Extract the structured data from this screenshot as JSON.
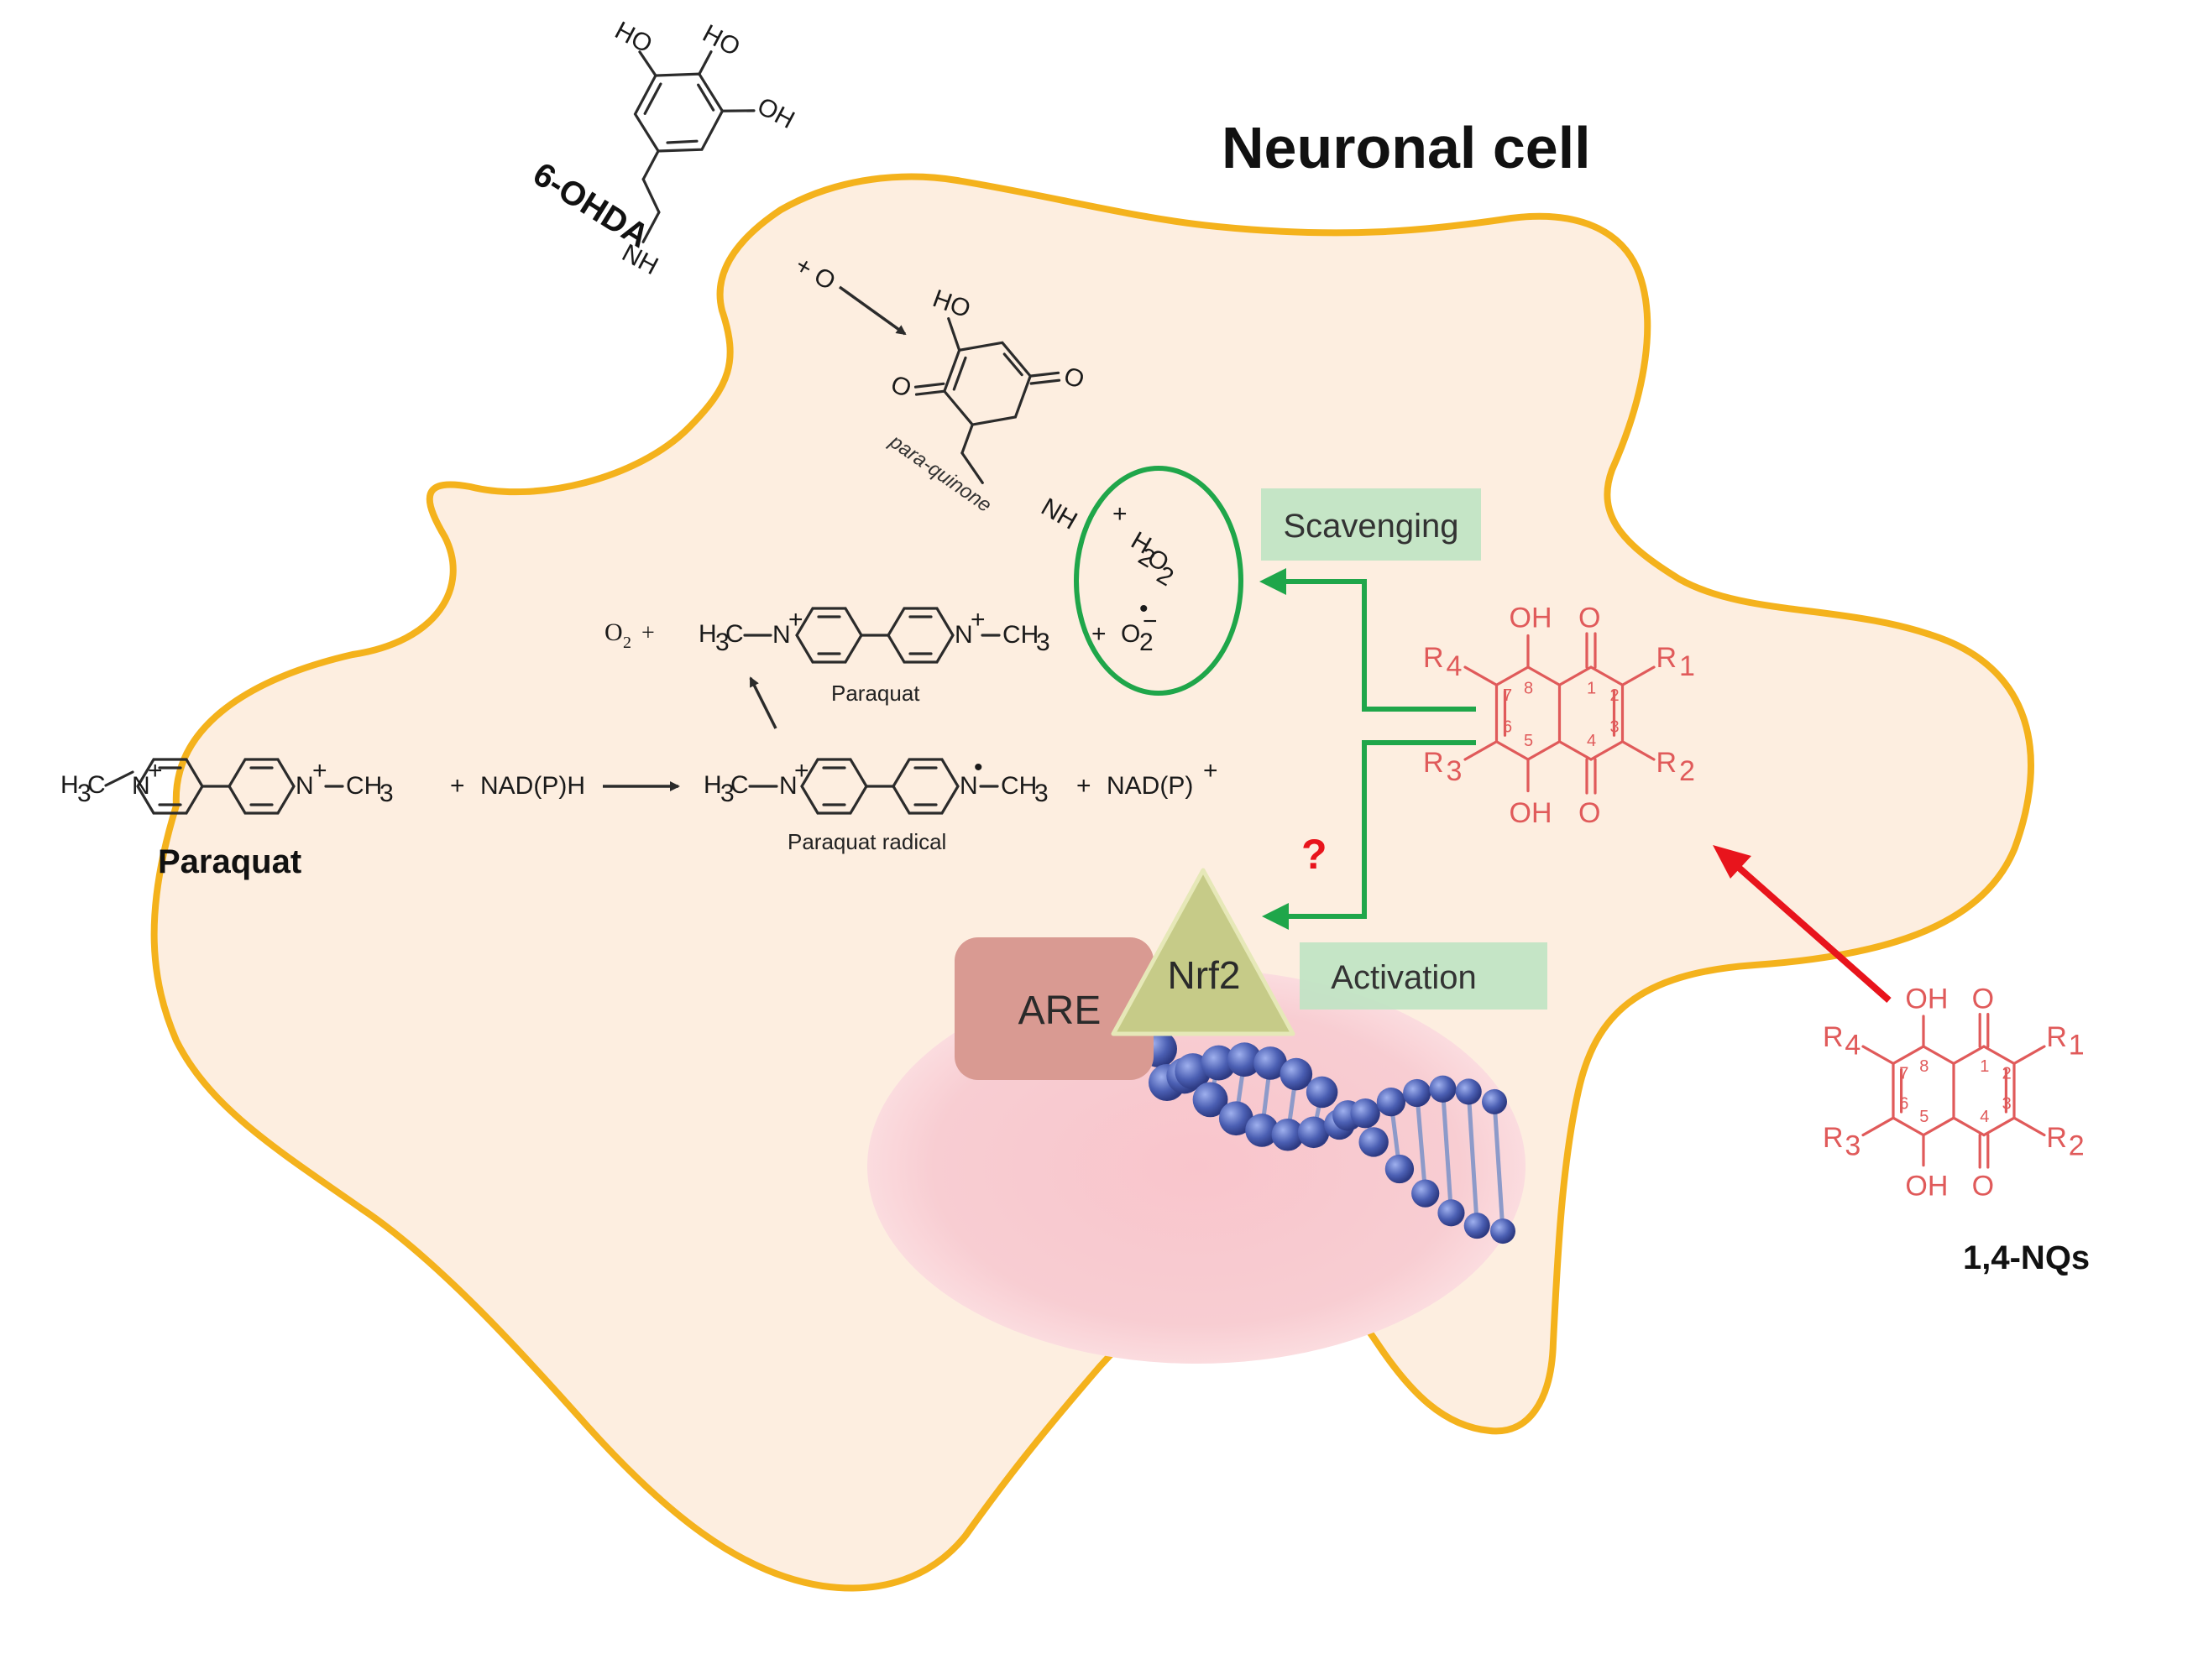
{
  "title": "Neuronal cell",
  "labels": {
    "ohda": "6-OHDA",
    "paraquat": "Paraquat",
    "paraquat_small": "Paraquat",
    "paraquat_radical": "Paraquat radical",
    "para_quinone": "para-quinone",
    "scavenging": "Scavenging",
    "activation": "Activation",
    "are": "ARE",
    "nrf2": "Nrf2",
    "question": "?",
    "nqs": "1,4-NQs"
  },
  "chem": {
    "ho": "HO",
    "oh": "OH",
    "o": "O",
    "nh2": "NH",
    "sub2": "2",
    "h3c": "H",
    "h3c_sub": "3",
    "h3c_c": "C",
    "n": "N",
    "plus": "+",
    "ch3": "CH",
    "o2_plus": "+ O",
    "h2o2_plus": "+",
    "h2o2": "H",
    "o2_super": "O",
    "radical_dot": "•",
    "minus": "−",
    "o2_reactant": "O",
    "nadph": "NAD(P)H",
    "nadp_plus": "NAD(P)",
    "r1": "R",
    "r1_sub": "1",
    "r2": "R",
    "r2_sub": "2",
    "r3": "R",
    "r3_sub": "3",
    "r4": "R",
    "r4_sub": "4",
    "ring_numbers": [
      "1",
      "2",
      "3",
      "4",
      "5",
      "6",
      "7",
      "8"
    ]
  },
  "colors": {
    "cell_fill": "#fdeee0",
    "cell_outline": "#f4b21c",
    "nucleus_fill": "#f8c9cf",
    "green_arrow": "#1fa64a",
    "red_arrow": "#e8141c",
    "quinone_red": "#e05a5a",
    "box_green": "#bfe3c3",
    "are_fill": "#d99a92",
    "nrf2_fill": "#c6cb88",
    "dna_blue": "#4b5fb3"
  }
}
